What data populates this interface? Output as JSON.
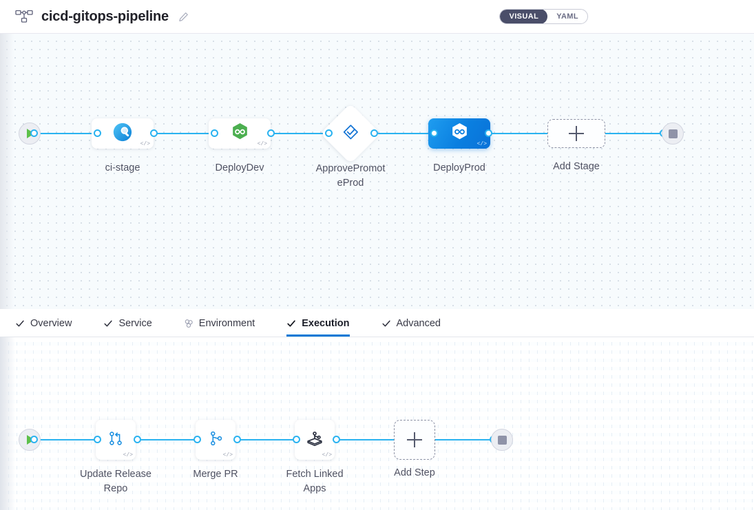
{
  "header": {
    "pipeline_icon": "pipeline-icon",
    "title": "cicd-gitops-pipeline",
    "edit_icon": "pencil-edit-icon",
    "view_toggle": {
      "visual_label": "VISUAL",
      "yaml_label": "YAML",
      "active": "VISUAL"
    }
  },
  "stage_canvas": {
    "start_node": {
      "name": "pipeline-start",
      "icon": "play-icon"
    },
    "end_node": {
      "name": "pipeline-end",
      "icon": "stop-icon"
    },
    "add_stage": {
      "label": "Add Stage",
      "icon": "plus-icon"
    },
    "stages": [
      {
        "id": "ci-stage",
        "label": "ci-stage",
        "type": "ci",
        "icon": "ci-build-icon",
        "selected": false,
        "badge": "</>"
      },
      {
        "id": "deploy-dev",
        "label": "DeployDev",
        "type": "cd",
        "icon": "cd-hexagon-icon",
        "selected": false,
        "badge": "</>"
      },
      {
        "id": "approve-promote-prod",
        "label": "ApprovePromot\neProd",
        "type": "approval",
        "icon": "approval-check-icon",
        "selected": false,
        "badge": ""
      },
      {
        "id": "deploy-prod",
        "label": "DeployProd",
        "type": "cd",
        "icon": "cd-hexagon-icon",
        "selected": true,
        "badge": "</>"
      }
    ]
  },
  "tabs": [
    {
      "id": "overview",
      "label": "Overview",
      "icon": "check-icon",
      "active": false
    },
    {
      "id": "service",
      "label": "Service",
      "icon": "check-icon",
      "active": false
    },
    {
      "id": "environment",
      "label": "Environment",
      "icon": "cluster-icon",
      "active": false
    },
    {
      "id": "execution",
      "label": "Execution",
      "icon": "check-icon",
      "active": true
    },
    {
      "id": "advanced",
      "label": "Advanced",
      "icon": "check-icon",
      "active": false
    }
  ],
  "step_canvas": {
    "start_node": {
      "name": "steps-start",
      "icon": "play-icon"
    },
    "end_node": {
      "name": "steps-end",
      "icon": "stop-icon"
    },
    "add_step": {
      "label": "Add Step",
      "icon": "plus-icon"
    },
    "steps": [
      {
        "id": "update-release-repo",
        "label": "Update Release\nRepo",
        "icon": "git-pull-request-icon",
        "badge": "</>"
      },
      {
        "id": "merge-pr",
        "label": "Merge PR",
        "icon": "git-branch-icon",
        "badge": "</>"
      },
      {
        "id": "fetch-linked-apps",
        "label": "Fetch Linked\nApps",
        "icon": "linked-apps-icon",
        "badge": "</>"
      }
    ]
  },
  "colors": {
    "accent_blue": "#0278d5",
    "edge_blue": "#29b2f0",
    "selected_node": "#0a7fe0",
    "green": "#5cc04a",
    "toggle_dark": "#4a4e69"
  }
}
